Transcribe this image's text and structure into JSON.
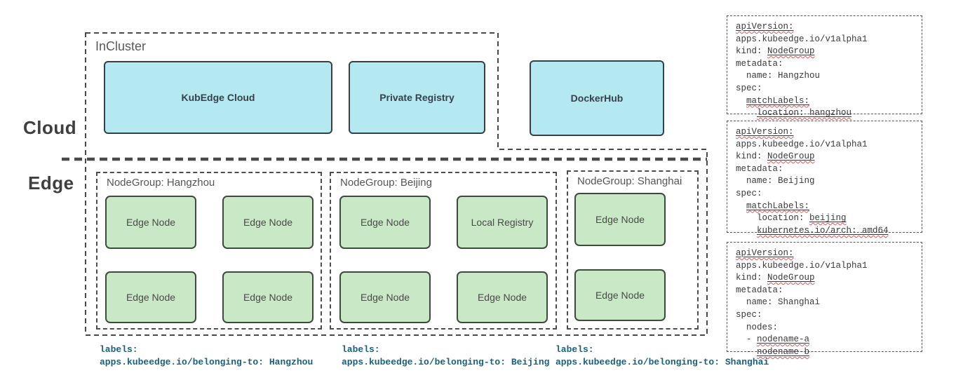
{
  "diagram": {
    "incluster_label": "InCluster",
    "cloud_label": "Cloud",
    "edge_label": "Edge",
    "cloud_boxes": [
      {
        "label": "KubEdge Cloud"
      },
      {
        "label": "Private Registry"
      },
      {
        "label": "DockerHub"
      }
    ],
    "node_groups": [
      {
        "title": "NodeGroup: Hangzhou",
        "nodes": [
          "Edge Node",
          "Edge Node",
          "Edge Node",
          "Edge Node"
        ]
      },
      {
        "title": "NodeGroup: Beijing",
        "nodes": [
          "Edge Node",
          "Local Registry",
          "Edge Node",
          "Edge Node"
        ]
      },
      {
        "title": "NodeGroup: Shanghai",
        "nodes": [
          "Edge Node",
          "Edge Node"
        ]
      }
    ],
    "labels": [
      {
        "line1": "labels:",
        "line2": "apps.kubeedge.io/belonging-to: Hangzhou"
      },
      {
        "line1": "labels:",
        "line2": "apps.kubeedge.io/belonging-to: Beijing"
      },
      {
        "line1": "labels:",
        "line2": "apps.kubeedge.io/belonging-to: Shanghai"
      }
    ]
  },
  "yaml_boxes": [
    {
      "lines": [
        {
          "segments": [
            {
              "t": "apiVersion:",
              "m": true
            }
          ]
        },
        {
          "segments": [
            {
              "t": "apps.kubeedge.io/v1alpha1"
            }
          ]
        },
        {
          "segments": [
            {
              "t": "kind: "
            },
            {
              "t": "NodeGroup",
              "m": true
            }
          ]
        },
        {
          "segments": [
            {
              "t": "metadata:"
            }
          ]
        },
        {
          "segments": [
            {
              "t": "  name: Hangzhou"
            }
          ]
        },
        {
          "segments": [
            {
              "t": "spec:"
            }
          ]
        },
        {
          "segments": [
            {
              "t": "  "
            },
            {
              "t": "matchLabels:",
              "m": true
            }
          ]
        },
        {
          "segments": [
            {
              "t": "    "
            },
            {
              "t": "location: hangzhou",
              "m": true
            }
          ]
        }
      ]
    },
    {
      "lines": [
        {
          "segments": [
            {
              "t": "apiVersion:",
              "m": true
            }
          ]
        },
        {
          "segments": [
            {
              "t": "apps.kubeedge.io/v1alpha1"
            }
          ]
        },
        {
          "segments": [
            {
              "t": "kind: "
            },
            {
              "t": "NodeGroup",
              "m": true
            }
          ]
        },
        {
          "segments": [
            {
              "t": "metadata:"
            }
          ]
        },
        {
          "segments": [
            {
              "t": "  name: Beijing"
            }
          ]
        },
        {
          "segments": [
            {
              "t": "spec:"
            }
          ]
        },
        {
          "segments": [
            {
              "t": "  "
            },
            {
              "t": "matchLabels:",
              "m": true
            }
          ]
        },
        {
          "segments": [
            {
              "t": "    location: "
            },
            {
              "t": "beijing",
              "m": true
            }
          ]
        },
        {
          "segments": [
            {
              "t": "    "
            },
            {
              "t": "kubernetes.io/arch: amd64",
              "m": true
            }
          ]
        }
      ]
    },
    {
      "lines": [
        {
          "segments": [
            {
              "t": "apiVersion:",
              "m": true
            }
          ]
        },
        {
          "segments": [
            {
              "t": "apps.kubeedge.io/v1alpha1"
            }
          ]
        },
        {
          "segments": [
            {
              "t": "kind: "
            },
            {
              "t": "NodeGroup",
              "m": true
            }
          ]
        },
        {
          "segments": [
            {
              "t": "metadata:"
            }
          ]
        },
        {
          "segments": [
            {
              "t": "  name: Shanghai"
            }
          ]
        },
        {
          "segments": [
            {
              "t": "spec:"
            }
          ]
        },
        {
          "segments": [
            {
              "t": "  nodes:"
            }
          ]
        },
        {
          "segments": [
            {
              "t": "  - "
            },
            {
              "t": "nodename-a",
              "m": true
            }
          ]
        },
        {
          "segments": [
            {
              "t": "  - "
            },
            {
              "t": "nodename-b",
              "m": true
            }
          ]
        }
      ]
    }
  ],
  "colors": {
    "cloud_box_fill": "#b4e9f2",
    "edge_node_fill": "#c9e8c5",
    "dashed_line": "#4a4a4a",
    "label_blue": "#16627f",
    "spellcheck_red": "#e05a5a"
  }
}
